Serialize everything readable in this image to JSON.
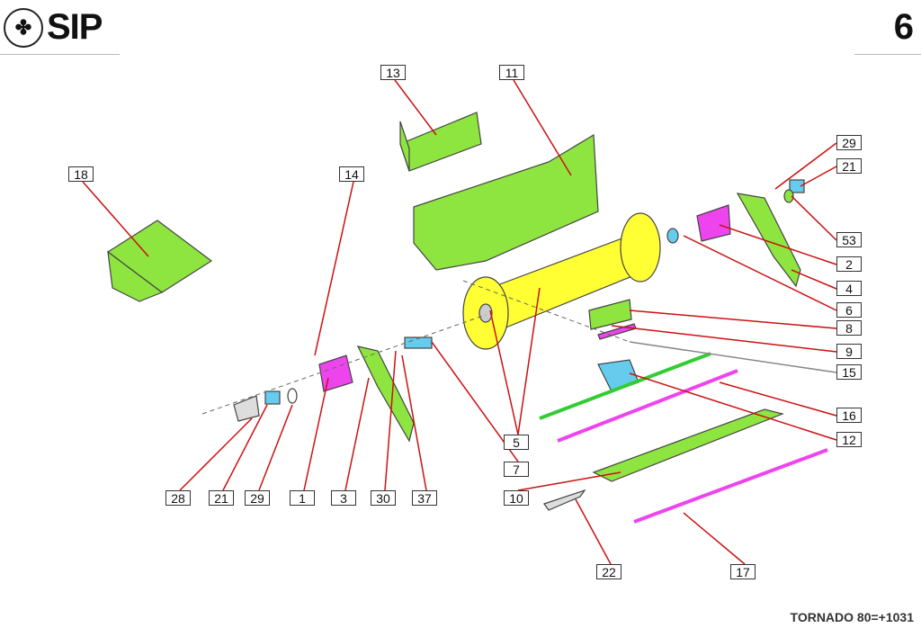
{
  "header": {
    "brand": "SIP",
    "page_number": "6"
  },
  "footer": {
    "model": "TORNADO 80=+1031"
  },
  "colors": {
    "green": "#8ee53f",
    "yellow": "#ffff33",
    "magenta": "#ee44ee",
    "blue": "#66ccee",
    "leader": "#cc1111"
  },
  "callouts": [
    "13",
    "11",
    "18",
    "14",
    "29",
    "21",
    "53",
    "2",
    "4",
    "6",
    "8",
    "9",
    "15",
    "16",
    "12",
    "5",
    "7",
    "10",
    "22",
    "17",
    "28",
    "21",
    "29",
    "1",
    "3",
    "30",
    "37"
  ]
}
